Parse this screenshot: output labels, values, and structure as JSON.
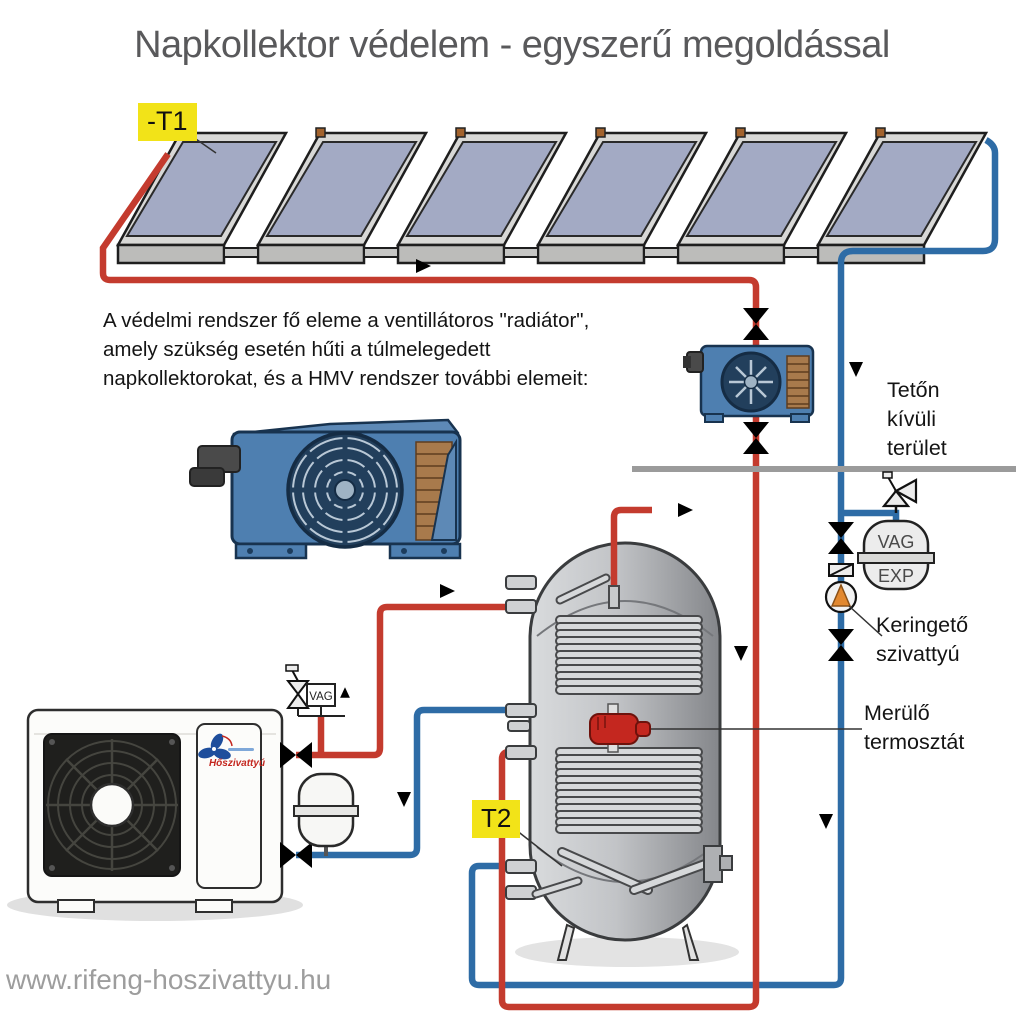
{
  "title": "Napkollektor védelem - egyszerű megoldással",
  "description": {
    "line1": "A védelmi rendszer fő eleme a ventillátoros \"radiátor\",",
    "line2": "amely szükség esetén hűti a túlmelegedett",
    "line3": "napkollektorokat, és a HMV rendszer további elemeit:"
  },
  "sensors": {
    "t1": "-T1",
    "t2": "T2"
  },
  "zone_label": {
    "line1": "Tetőn",
    "line2": "kívüli",
    "line3": "terület"
  },
  "pump_label": {
    "line1": "Keringető",
    "line2": "szivattyú"
  },
  "thermostat_label": {
    "line1": "Merülő",
    "line2": "termosztát"
  },
  "expansion_vessel": {
    "top": "VAG",
    "bottom": "EXP"
  },
  "safety_group": {
    "box": "VAG"
  },
  "heat_pump": {
    "logo": "Hőszivattyú"
  },
  "watermark": "www.rifeng-hoszivattyu.hu",
  "colors": {
    "hot_pipe": "#c43b2e",
    "cold_pipe": "#2e6ca6",
    "sensor_label_bg": "#f2e318",
    "roof_line": "#9b9b9b",
    "radiator_body": "#4e7fb0",
    "pump_impeller": "#e2882f",
    "thermostat_red": "#c4271f",
    "title_gray": "#59595b",
    "watermark_gray": "#9d9d9d"
  }
}
